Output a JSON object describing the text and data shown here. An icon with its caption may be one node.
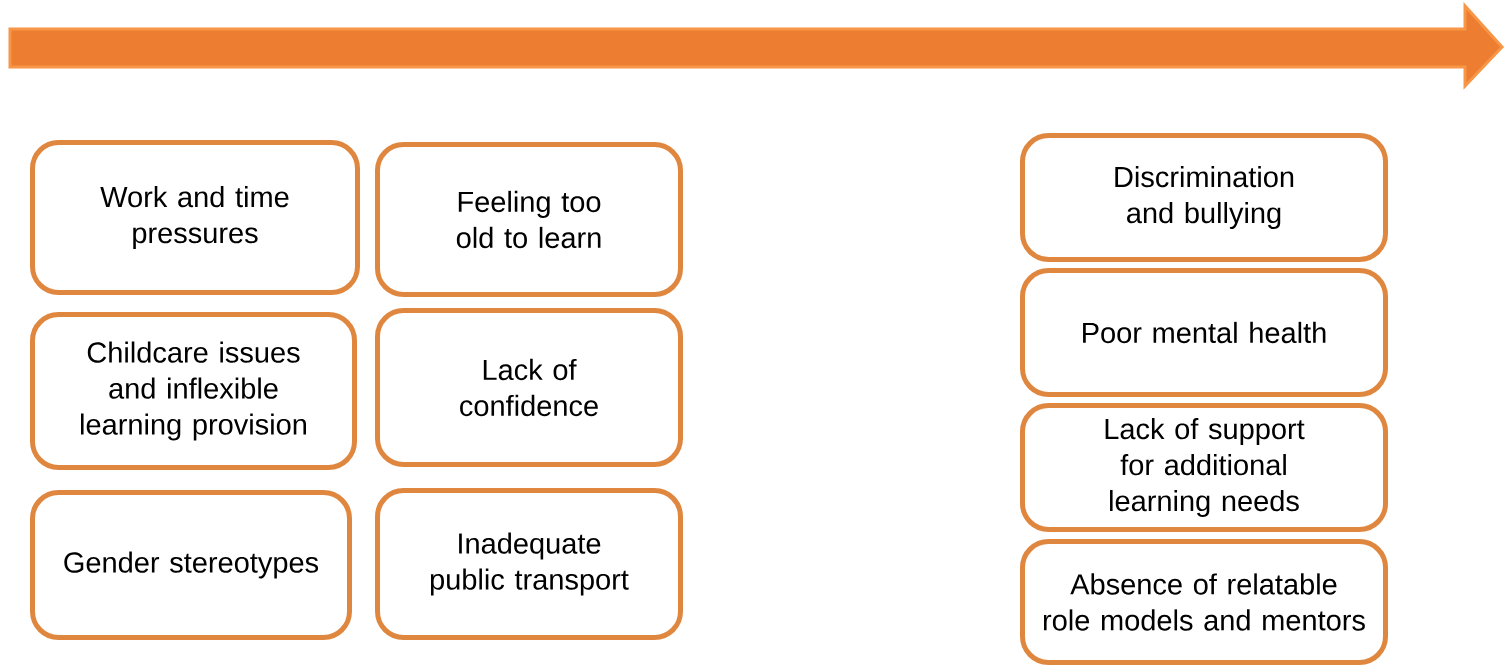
{
  "diagram": {
    "nodes": [
      {
        "text": [
          "Work and time pressures"
        ]
      },
      {
        "text": [
          "Feeling too old to learn"
        ]
      },
      {
        "text": [
          "Childcare issues and inflexible learning provision"
        ]
      },
      {
        "text": [
          "Lack of confidence"
        ]
      },
      {
        "text": [
          "Gender stereotypes"
        ]
      },
      {
        "text": [
          "Inadequate public transport"
        ]
      },
      {
        "text": [
          "Discrimination and bullying"
        ]
      },
      {
        "text": [
          "Poor mental health"
        ]
      },
      {
        "text": [
          "Lack of support for additional learning needs"
        ]
      },
      {
        "text": [
          "Absence of relatable role models and mentors"
        ]
      }
    ]
  }
}
